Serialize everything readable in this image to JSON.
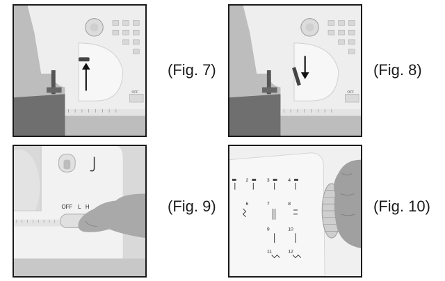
{
  "figures": [
    {
      "caption": "(Fig. 7)"
    },
    {
      "caption": "(Fig. 8)"
    },
    {
      "caption": "(Fig. 9)",
      "switch_labels": {
        "off": "OFF",
        "low": "L",
        "high": "H"
      }
    },
    {
      "caption": "(Fig. 10)",
      "stitch_numbers": [
        "2",
        "3",
        "4",
        "6",
        "7",
        "8",
        "9",
        "10",
        "11",
        "12"
      ]
    }
  ],
  "machine_label_off": "OFF",
  "colors": {
    "frame": "#1a1a1a",
    "machine_body": "#eeeeee",
    "background_photo": "#cfcfcf",
    "fabric": "#6f6f6f",
    "text": "#1a1a1a"
  },
  "icons": {
    "arrow_up": "arrow-up-icon",
    "arrow_down": "arrow-down-icon"
  }
}
